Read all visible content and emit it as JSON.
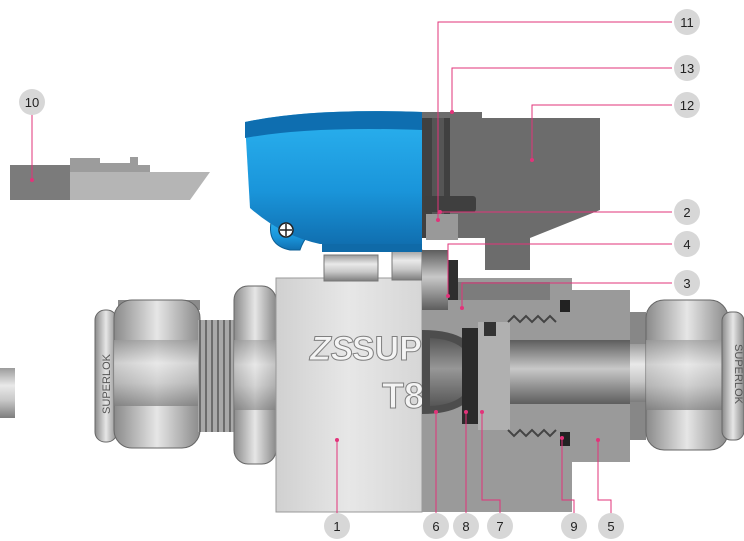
{
  "brand": {
    "body_text": "SUPE",
    "body_logo": "ZS",
    "body_model": "T8",
    "nut_left": "SUPERLOK",
    "nut_right": "SUPERLOK"
  },
  "callouts": [
    "1",
    "2",
    "3",
    "4",
    "5",
    "6",
    "7",
    "8",
    "9",
    "10",
    "11",
    "12",
    "13"
  ],
  "colors": {
    "handle_blue": "#1aa0e6",
    "callout_line": "#e2337a",
    "callout_circle": "#d7d7d7",
    "steel": "#b8b8b8",
    "section_dark": "#6e6e6e",
    "section_mid": "#8f8f8f"
  },
  "icons": [
    "screw-head-icon"
  ]
}
